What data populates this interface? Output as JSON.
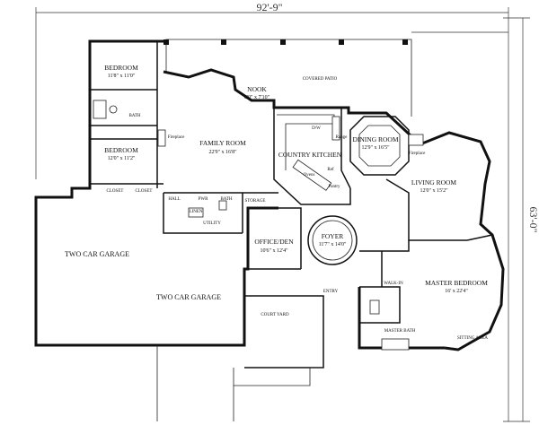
{
  "plan": {
    "overall_width": "92'-9\"",
    "overall_depth": "63'-0\"",
    "rooms": [
      {
        "id": "bedroom-1",
        "name": "BEDROOM",
        "size": "11'8\" x 11'0\""
      },
      {
        "id": "bedroom-2",
        "name": "BEDROOM",
        "size": "12'0\" x 11'2\""
      },
      {
        "id": "nook",
        "name": "NOOK",
        "size": "8'0\" x 7'10\""
      },
      {
        "id": "family-room",
        "name": "FAMILY ROOM",
        "size": "22'9\" x 16'8\""
      },
      {
        "id": "country-kitchen",
        "name": "COUNTRY KITCHEN",
        "size": ""
      },
      {
        "id": "dining-room",
        "name": "DINING ROOM",
        "size": "12'9\" x 16'5\""
      },
      {
        "id": "living-room",
        "name": "LIVING ROOM",
        "size": "12'0\" x 15'2\""
      },
      {
        "id": "foyer",
        "name": "FOYER",
        "size": "11'7\" x 14'0\""
      },
      {
        "id": "office-den",
        "name": "OFFICE/DEN",
        "size": "10'6\" x 12'4\""
      },
      {
        "id": "master-bedroom",
        "name": "MASTER BEDROOM",
        "size": "16' x 22'4\""
      }
    ],
    "labels": {
      "covered_patio": "COVERED PATIO",
      "bath": "BATH",
      "closet": "CLOSET",
      "fireplace": "Fireplace",
      "hall": "HALL",
      "pwr": "PWR",
      "linen": "LINEN",
      "storage": "STORAGE",
      "utility": "UTILITY",
      "two_car_garage": "TWO CAR GARAGE",
      "court_yard": "COURT YARD",
      "entry": "ENTRY",
      "walk_in": "WALK-IN",
      "master_bath": "MASTER BATH",
      "sitting_area": "SITTING AREA",
      "range": "Range",
      "ref": "Ref",
      "dw": "D/W",
      "ovens": "Ovens",
      "pantry": "Pantry"
    }
  }
}
